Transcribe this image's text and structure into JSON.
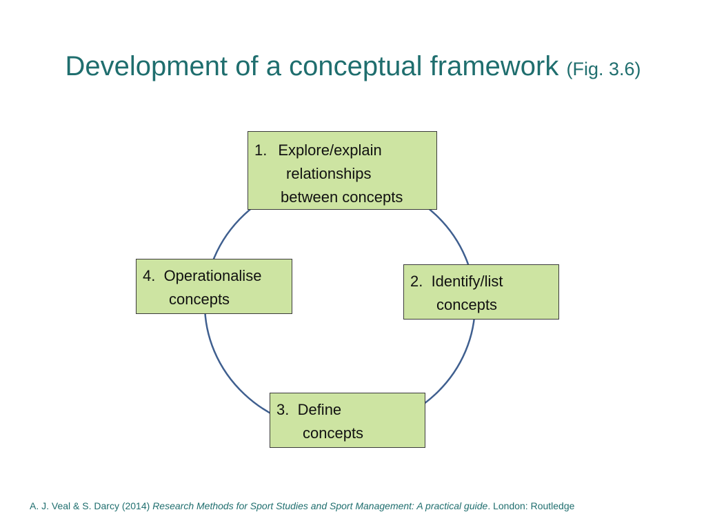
{
  "title": {
    "main": "Development of a conceptual framework",
    "figure_ref": "(Fig. 3.6)"
  },
  "diagram": {
    "steps": [
      {
        "lines": [
          "1.",
          "Explore/explain",
          "relationships",
          "between concepts"
        ]
      },
      {
        "lines": [
          "2.  Identify/list",
          "concepts"
        ]
      },
      {
        "lines": [
          "3.  Define",
          "concepts"
        ]
      },
      {
        "lines": [
          "4.  Operationalise",
          "concepts"
        ]
      }
    ],
    "box_fill": "#cde4a2",
    "cycle_stroke": "#3f5f8f"
  },
  "citation": {
    "authors": "A. J. Veal & S. Darcy (2014) ",
    "book_title": "Research Methods for Sport Studies and Sport Management: A practical guide",
    "publisher": ". London: Routledge"
  }
}
